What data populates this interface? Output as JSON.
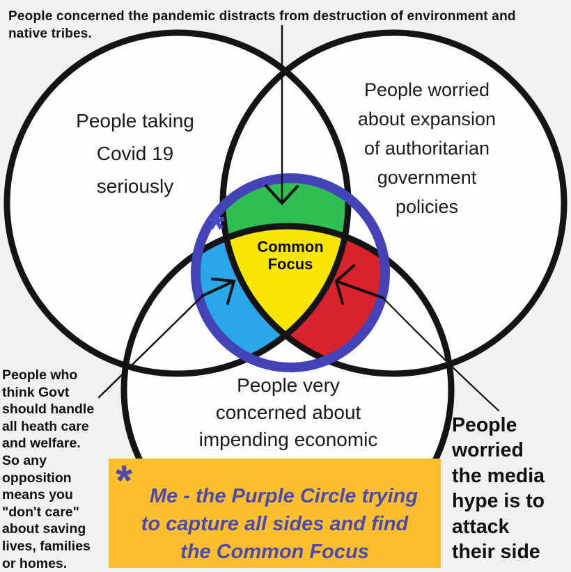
{
  "colors": {
    "background": "#f1f1ef",
    "circle_fill": "#fefefe",
    "outline": "#141414",
    "purple_ring": "#4342b6",
    "green_segment": "#2fbf53",
    "blue_segment": "#2aa7e8",
    "red_segment": "#d8222c",
    "yellow_center": "#f8e602",
    "caption_bg": "#fcbe2c",
    "caption_text": "#4c4aad",
    "asterisk_purple": "#4a49cc"
  },
  "top_note": {
    "lines": [
      "People concerned the pandemic distracts from destruction of environment and",
      "native tribes."
    ]
  },
  "circles": {
    "left": {
      "lines": [
        "People taking",
        "Covid 19",
        "seriously"
      ]
    },
    "right": {
      "lines": [
        "People worried",
        "about expansion",
        "of authoritarian",
        "government",
        "policies"
      ]
    },
    "bottom": {
      "lines": [
        "People very",
        "concerned about",
        "impending economic"
      ]
    }
  },
  "center_badge": {
    "lines": [
      "Common",
      "Focus"
    ],
    "asterisk": "*",
    "segment_names": [
      "green-top",
      "blue-left",
      "red-right",
      "yellow-center"
    ]
  },
  "bottom_left_note": {
    "lines": [
      "People who",
      "think Govt",
      "should handle",
      "all heath care",
      "and welfare.",
      "So any",
      "opposition",
      "means you",
      "\"don't care\"",
      "about saving",
      "lives, families",
      "or homes."
    ]
  },
  "bottom_right_note": {
    "lines": [
      "People",
      "worried",
      "the media",
      "hype is to",
      "attack",
      "their side"
    ]
  },
  "caption": {
    "asterisk": "*",
    "lines": [
      "Me - the Purple Circle trying",
      "to capture all sides and find",
      "the Common Focus"
    ]
  }
}
